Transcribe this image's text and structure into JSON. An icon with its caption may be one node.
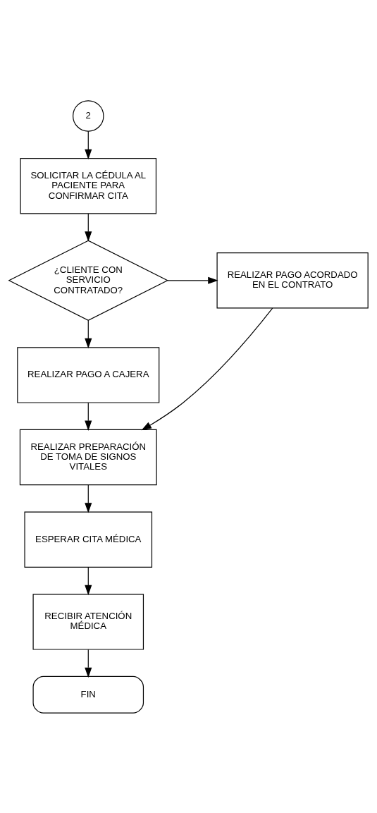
{
  "diagram": {
    "nodes": [
      {
        "text": [
          "2"
        ]
      },
      {
        "text": [
          "SOLICITAR LA CÉDULA AL PACIENTE PARA CONFIRMAR CITA"
        ]
      },
      {
        "text": [
          "¿CLIENTE CON SERVICIO CONTRATADO?"
        ]
      },
      {
        "text": [
          "REALIZAR PAGO ACORDADO EN EL CONTRATO"
        ]
      },
      {
        "text": [
          "REALIZAR PAGO A CAJERA"
        ]
      },
      {
        "text": [
          "REALIZAR PREPARACIÓN DE TOMA DE SIGNOS VITALES"
        ]
      },
      {
        "text": [
          "ESPERAR CITA MÉDICA"
        ]
      },
      {
        "text": [
          "RECIBIR ATENCIÓN MÉDICA"
        ]
      },
      {
        "text": [
          "FIN"
        ]
      }
    ],
    "edges": [
      {
        "from": 0,
        "to": 1,
        "arrow": "to"
      },
      {
        "from": 1,
        "to": 2,
        "arrow": "to"
      },
      {
        "from": 2,
        "to": 3,
        "arrow": "to"
      },
      {
        "from": 2,
        "to": 4,
        "arrow": "to"
      },
      {
        "from": 4,
        "to": 5,
        "arrow": "to"
      },
      {
        "from": 3,
        "to": 5,
        "arrow": "to"
      },
      {
        "from": 5,
        "to": 6,
        "arrow": "to"
      },
      {
        "from": 6,
        "to": 7,
        "arrow": "to"
      },
      {
        "from": 7,
        "to": 8,
        "arrow": "to"
      }
    ]
  }
}
